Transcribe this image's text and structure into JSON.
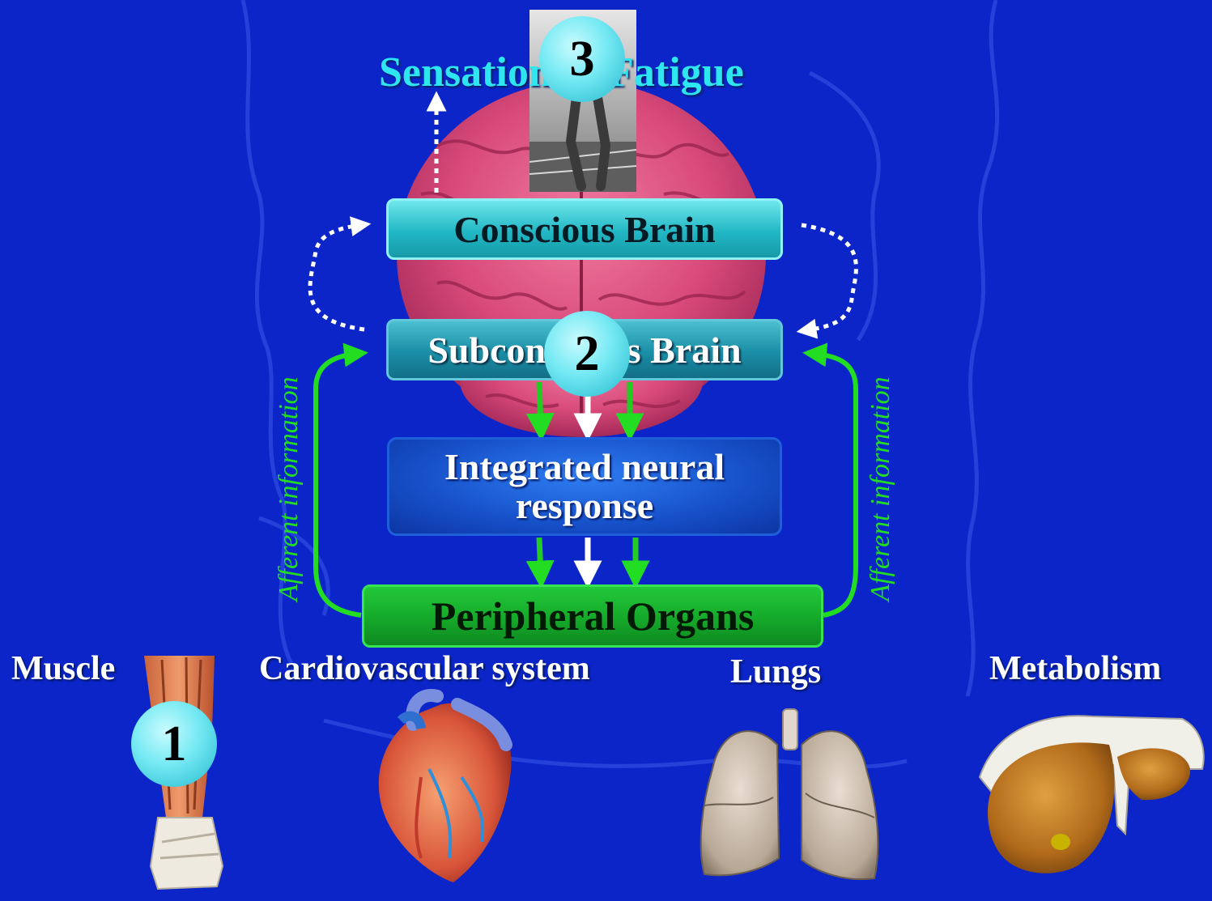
{
  "title": "Sensation of Fatigue",
  "levels": {
    "conscious": "Conscious Brain",
    "subconscious": "Subconscious Brain",
    "integrated_line1": "Integrated neural",
    "integrated_line2": "response",
    "peripheral": "Peripheral Organs"
  },
  "afferent_label": "Afferent information",
  "markers": [
    "1",
    "2",
    "3"
  ],
  "organs": {
    "muscle": "Muscle",
    "cardiovascular": "Cardiovascular system",
    "lungs": "Lungs",
    "metabolism": "Metabolism"
  },
  "colors": {
    "background": "#0b25c9",
    "title": "#2ee6f0",
    "afferent": "#22dd22",
    "conscious_box": "#21b7c4",
    "subconscious_box": "#1a8ea6",
    "integrated_box": "#1650c9",
    "peripheral_box": "#15a92a",
    "marker": "#74e9f3"
  },
  "icons": [
    "brain-image",
    "runner-photo",
    "muscle-leg-image",
    "heart-image",
    "lungs-image",
    "liver-image"
  ]
}
